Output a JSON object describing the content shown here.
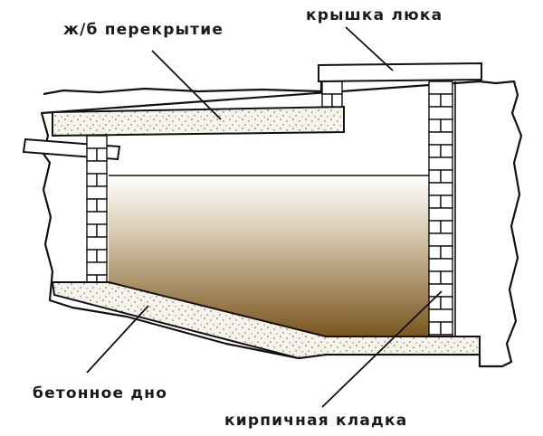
{
  "labels": {
    "slab": "ж/б перекрытие",
    "hatch_cover": "крышка люка",
    "concrete_bottom": "бетонное дно",
    "brickwork": "кирпичная кладка"
  },
  "colors": {
    "liquid_top": "#ffffff",
    "liquid_bottom": "#7a5520",
    "concrete_fill": "#f5f3ea",
    "stroke": "#111111"
  }
}
